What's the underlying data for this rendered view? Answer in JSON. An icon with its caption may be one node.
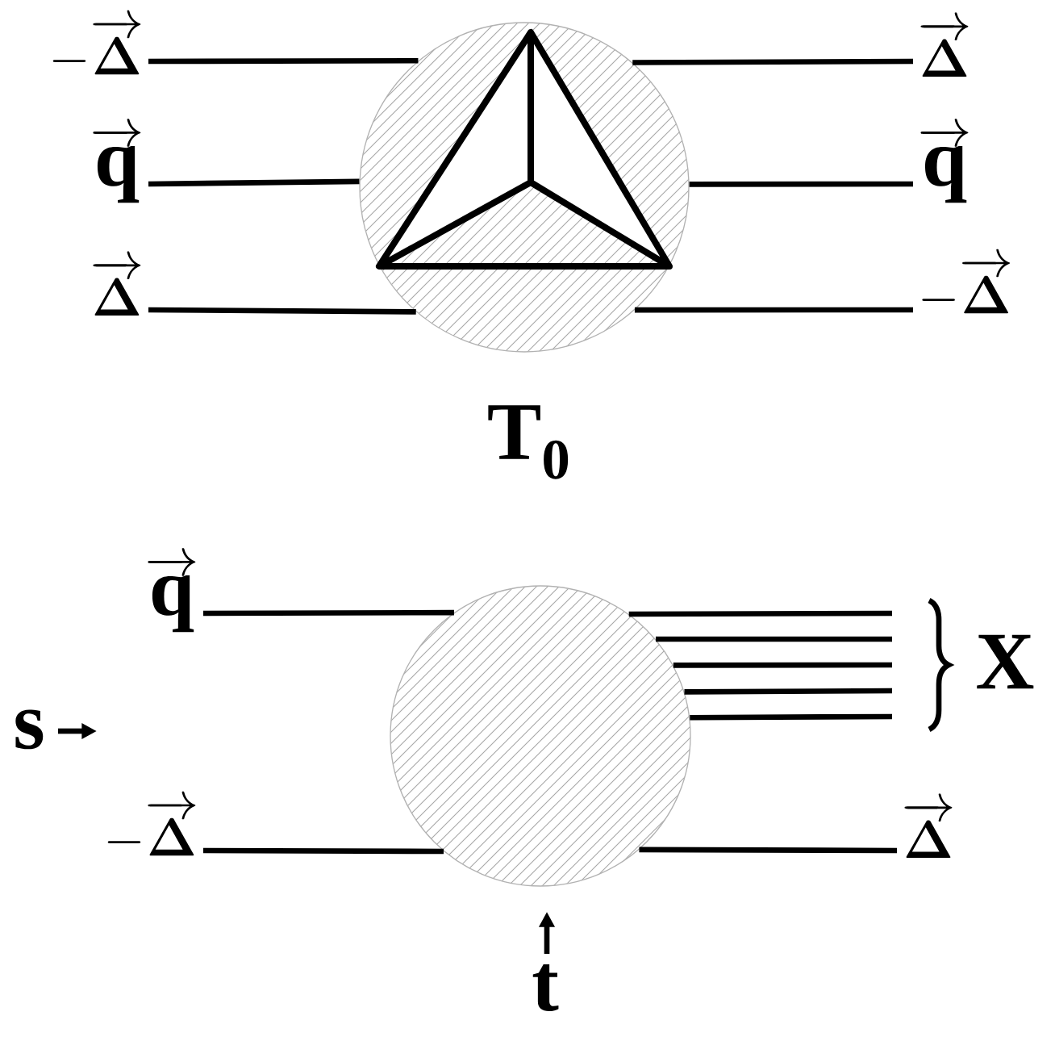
{
  "diagram": {
    "nodes": [
      {
        "text": [],
        "shape": "circle",
        "beside": [
          "\\mathbf{T}_{\\mathbf{0}}"
        ]
      },
      {
        "text": [
          "-\\overrightarrow{\\boldsymbol{\\Delta}}"
        ]
      },
      {
        "text": [
          "\\overrightarrow{\\mathbf{q}}"
        ]
      },
      {
        "text": [
          "\\overrightarrow{\\boldsymbol{\\Delta}}"
        ]
      },
      {
        "text": [
          "\\overrightarrow{\\boldsymbol{\\Delta}}"
        ]
      },
      {
        "text": [
          "\\overrightarrow{\\mathbf{q}}"
        ]
      },
      {
        "text": [
          "-\\overrightarrow{\\boldsymbol{\\Delta}}"
        ]
      },
      {
        "text": [],
        "shape": "circle"
      },
      {
        "text": [
          "\\overrightarrow{\\mathbf{q}}"
        ]
      },
      {
        "text": [
          "-\\overrightarrow{\\boldsymbol{\\Delta}}"
        ]
      },
      {
        "text": [
          "\\mathbf{X}"
        ]
      },
      {
        "text": [
          "\\overrightarrow{\\boldsymbol{\\Delta}}"
        ]
      }
    ],
    "edges": [
      {
        "from": 1,
        "to": 0,
        "arrow": "none"
      },
      {
        "from": 2,
        "to": 0,
        "arrow": "none"
      },
      {
        "from": 3,
        "to": 0,
        "arrow": "none"
      },
      {
        "from": 0,
        "to": 4,
        "arrow": "none"
      },
      {
        "from": 0,
        "to": 5,
        "arrow": "none"
      },
      {
        "from": 0,
        "to": 6,
        "arrow": "none"
      },
      {
        "from": 8,
        "to": 7,
        "arrow": "none"
      },
      {
        "from": 9,
        "to": 7,
        "arrow": "none"
      },
      {
        "from": 7,
        "to": 10,
        "arrow": "none"
      },
      {
        "from": 7,
        "to": 10,
        "arrow": "none"
      },
      {
        "from": 7,
        "to": 10,
        "arrow": "none"
      },
      {
        "from": 7,
        "to": 10,
        "arrow": "none"
      },
      {
        "from": 7,
        "to": 10,
        "arrow": "none"
      },
      {
        "from": 7,
        "to": 11,
        "arrow": "none"
      }
    ],
    "labels": [
      "\\mathbf{s}",
      "\\mathbf{t}"
    ]
  }
}
